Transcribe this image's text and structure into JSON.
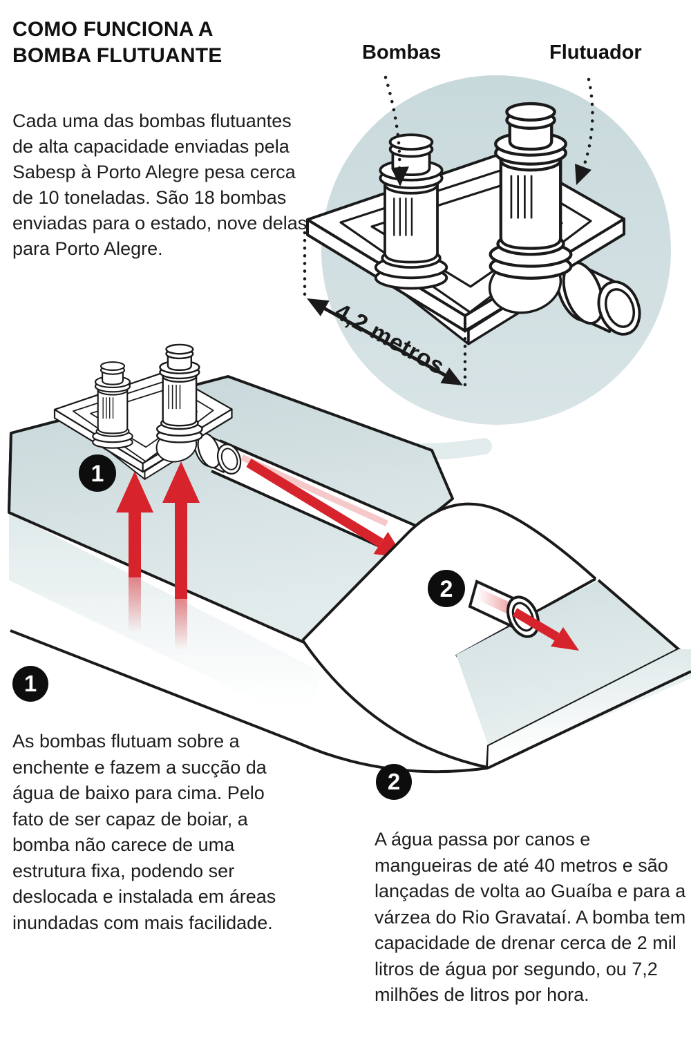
{
  "title": {
    "line1": "COMO FUNCIONA A",
    "line2": "BOMBA FLUTUANTE"
  },
  "intro": "Cada uma das bombas flutuantes de alta capacidade enviadas pela Sabesp à Porto Alegre pesa cerca de 10 toneladas. São 18 bombas enviadas para o estado, nove delas para Porto Alegre.",
  "detail": {
    "label_pumps": "Bombas",
    "label_float": "Flutuador",
    "dimension": "4,2 metros"
  },
  "steps": [
    {
      "number": "1",
      "text": "As bombas flutuam sobre a enchente e fazem a sucção da água de baixo para cima. Pelo fato de ser capaz de boiar, a bomba não carece de uma estrutura fixa, podendo ser deslocada e instalada em áreas inundadas com mais facilidade."
    },
    {
      "number": "2",
      "text": "A água passa por canos e mangueiras de até 40 metros e são lançadas de volta ao Guaíba e para a várzea do Rio Gravataí. A bomba tem capacidade de drenar cerca de 2 mil litros de água por segundo, ou 7,2 milhões de litros por hora."
    }
  ],
  "colors": {
    "accent_red": "#d7232b",
    "outline": "#1a1a1a",
    "illustration_bg": "#ccdcdf",
    "water_top": "#d5e2e4",
    "badge_bg": "#0d0d0d"
  }
}
